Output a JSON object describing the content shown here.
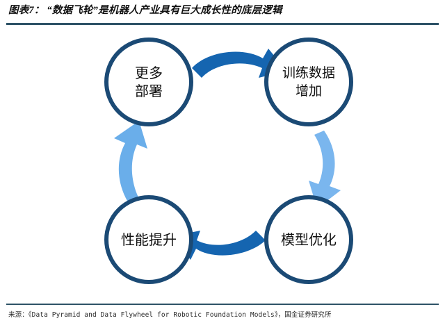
{
  "header": {
    "figure_label": "图表7：",
    "title": "“数据飞轮”是机器人产业具有巨大成长性的底层逻辑",
    "full_title": "图表7： “数据飞轮”是机器人产业具有巨大成长性的底层逻辑"
  },
  "footer": {
    "source_text": "来源：《Data Pyramid and Data Flywheel for Robotic Foundation Models》，国金证券研究所"
  },
  "diagram": {
    "type": "cycle-flywheel",
    "direction": "clockwise",
    "nodes": [
      {
        "id": "more-deployment",
        "lines": [
          "更多",
          "部署"
        ],
        "position": "top-left"
      },
      {
        "id": "training-data",
        "lines": [
          "训练数据",
          "增加"
        ],
        "position": "top-right"
      },
      {
        "id": "model-optimization",
        "lines": [
          "模型优化"
        ],
        "position": "bottom-right"
      },
      {
        "id": "performance-gain",
        "lines": [
          "性能提升"
        ],
        "position": "bottom-left"
      }
    ],
    "arrows": [
      {
        "id": "arrow-top",
        "from": "more-deployment",
        "to": "training-data",
        "direction": "right",
        "color": "#1565b0"
      },
      {
        "id": "arrow-right",
        "from": "training-data",
        "to": "model-optimization",
        "direction": "down",
        "color": "#7ab6ee"
      },
      {
        "id": "arrow-bottom",
        "from": "model-optimization",
        "to": "performance-gain",
        "direction": "left",
        "color": "#1565b0"
      },
      {
        "id": "arrow-left",
        "from": "performance-gain",
        "to": "more-deployment",
        "direction": "up",
        "color": "#6aaeea"
      }
    ]
  },
  "colors": {
    "rule": "#2e5367",
    "circle_ring": "#1b4a75",
    "arrow_dark": "#1565b0",
    "arrow_light": "#7ab6ee",
    "background": "#ffffff",
    "text": "#111111"
  }
}
